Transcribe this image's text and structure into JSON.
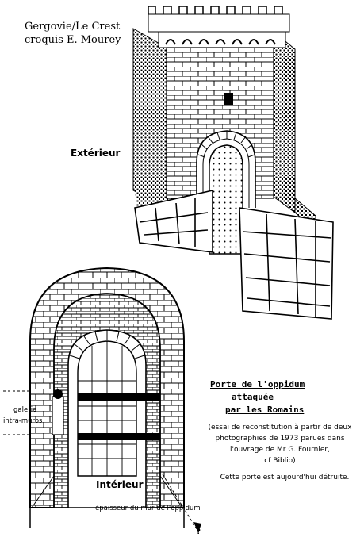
{
  "credits": {
    "line1": "Gergovie/Le Crest",
    "line2": "croquis E. Mourey"
  },
  "labels": {
    "exterior": "Extérieur",
    "interior": "Intérieur",
    "gallery_line1": "galerie",
    "gallery_line2": "intra-muros",
    "thickness": "épaisseur du mur de l'oppidum",
    "question": "?"
  },
  "caption": {
    "title_line1": "Porte de l'oppidum",
    "title_line2": "attaquée",
    "title_line3": "par les Romains",
    "note_line1": "(essai de reconstitution à partir de deux",
    "note_line2": "photographies de 1973 parues dans",
    "note_line3": "l'ouvrage de Mr G. Fournier,",
    "note_line4": "cf Biblio)",
    "destroyed": "Cette porte est aujourd'hui détruite."
  }
}
